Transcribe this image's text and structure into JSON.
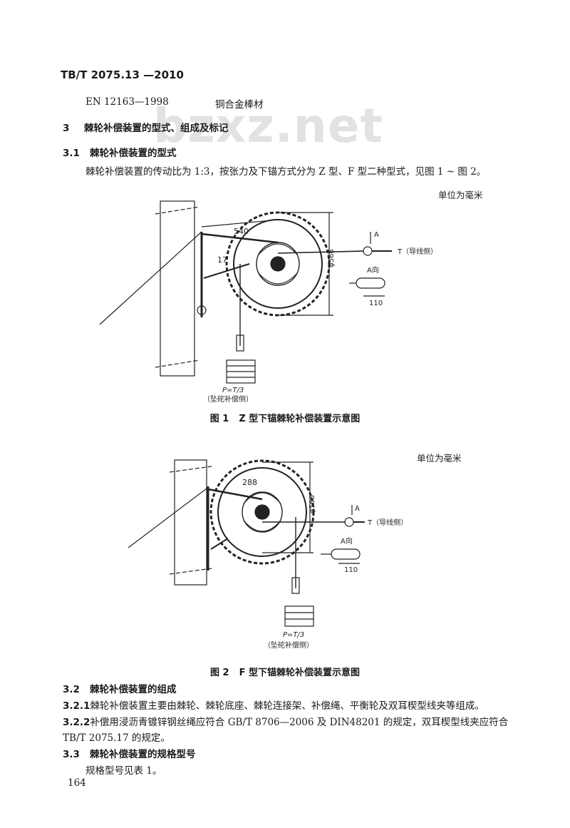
{
  "header": {
    "standard_code": "TB/T 2075.13 —2010"
  },
  "references": [
    {
      "code": "EN 12163—1998",
      "title": "铜合金棒材"
    }
  ],
  "watermark": "bzxz.net",
  "section3": {
    "num": "3",
    "title": "棘轮补偿装置的型式、组成及标记"
  },
  "section3_1": {
    "num": "3.1",
    "title": "棘轮补偿装置的型式",
    "para": "棘轮补偿装置的传动比为 1:3，按张力及下锚方式分为 Z 型、F 型二种型式，见图 1 ~ 图 2。"
  },
  "figure1": {
    "unit_note": "单位为毫米",
    "label_540": "540",
    "label_17": "17",
    "label_566": "φ566",
    "label_A": "A",
    "label_T": "T（导线侧）",
    "label_A_view": "A向",
    "label_110": "110",
    "label_P": "P=T/3",
    "label_side": "（坠砣补偿侧）",
    "caption_num": "图 1",
    "caption_text": "Z 型下锚棘轮补偿装置示意图"
  },
  "figure2": {
    "unit_note": "单位为毫米",
    "label_288": "288",
    "label_566": "φ566",
    "label_A": "A",
    "label_T": "T（导线侧）",
    "label_A_view": "A向",
    "label_110": "110",
    "label_P": "P=T/3",
    "label_side": "（坠砣补偿侧）",
    "caption_num": "图 2",
    "caption_text": "F 型下锚棘轮补偿装置示意图"
  },
  "section3_2": {
    "num": "3.2",
    "title": "棘轮补偿装置的组成"
  },
  "section3_2_1": {
    "num": "3.2.1",
    "text": "棘轮补偿装置主要由棘轮、棘轮底座、棘轮连接架、补偿绳、平衡轮及双耳楔型线夹等组成。"
  },
  "section3_2_2": {
    "num": "3.2.2",
    "text_line1": "补偿用浸沥青镀锌钢丝绳应符合 GB/T 8706—2006 及 DIN48201 的规定，双耳楔型线夹应符合",
    "text_line2": "TB/T 2075.17 的规定。"
  },
  "section3_3": {
    "num": "3.3",
    "title": "棘轮补偿装置的规格型号",
    "para": "规格型号见表 1。"
  },
  "page_number": "164"
}
